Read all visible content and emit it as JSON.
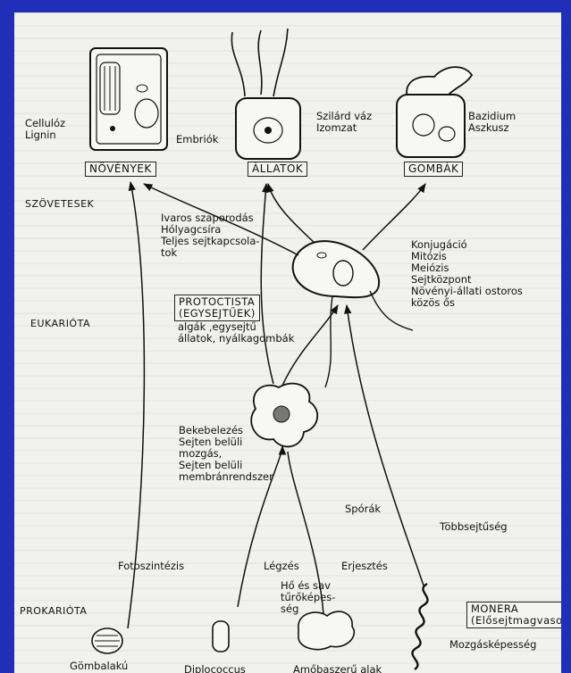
{
  "kingdoms": {
    "plants": "NÖVÉNYEK",
    "animals": "ÁLLATOK",
    "fungi": "GOMBÁK",
    "protoctista": "PROTOCTISTA\n(EGYSEJTŰEK)",
    "monera": "MONERA\n(Elősejtmagvasok)"
  },
  "levels": {
    "tissues": "SZÖVETESEK",
    "eukaryote": "EUKARIÓTA",
    "prokaryote": "PROKARIÓTA"
  },
  "features": {
    "plant_wall": "Cellulóz\nLignin",
    "embryos": "Embriók",
    "animal": "Szilárd váz\nIzomzat",
    "fungi": "Bazidium\nAszkusz",
    "sexual": "Ivaros szaporodás\nHólyagcsíra\nTeljes sejtkapcsola-\ntok",
    "conjugation": "Konjugáció\nMitózis\nMeiózis\nSejtközpont\nNövényi-állati ostoros\nközös ős",
    "protoctista_members": "algák ,egysejtű\nállatok, nyálkagombák",
    "endosymbiosis": "Bekebelezés\nSejten belüli\nmozgás,\nSejten belüli\nmembránrendszer",
    "spores": "Spórák",
    "multicellular": "Többsejtűség",
    "photosynthesis": "Fotoszintézis",
    "respiration": "Légzés",
    "fermentation": "Erjesztés",
    "heat_acid": "Hő és sav\ntűrőképes-\nség",
    "motility": "Mozgásképesség"
  },
  "organisms": {
    "coccus": "Gömbalakú",
    "diplococcus": "Diplococcus",
    "amoeboid": "Amőbaszerű alak"
  }
}
